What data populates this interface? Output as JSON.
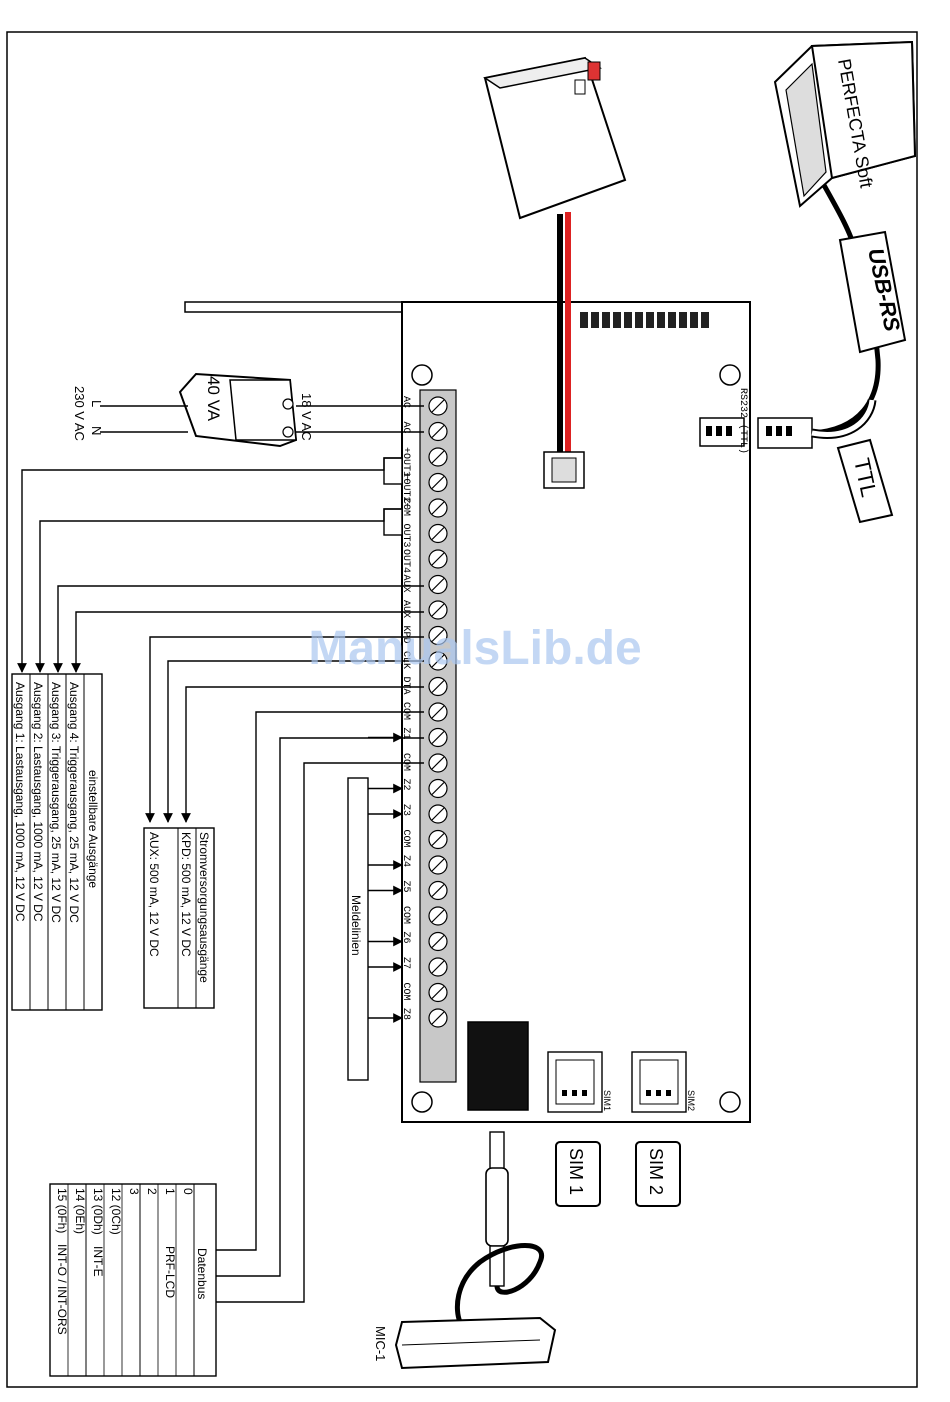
{
  "watermark": "ManualsLib.de",
  "terminals": [
    "AC",
    "AC",
    "+OUT1−",
    "+OUT2−",
    "COM",
    "OUT3",
    "OUT4",
    "AUX",
    "AUX",
    "KPD",
    "CLK",
    "DTA",
    "COM",
    "Z1",
    "COM",
    "Z2",
    "Z3",
    "COM",
    "Z4",
    "Z5",
    "COM",
    "Z6",
    "Z7",
    "COM",
    "Z8"
  ],
  "transformer": {
    "rating": "40 VA",
    "primary_l": "L",
    "primary_n": "N",
    "primary_voltage": "230 V AC",
    "secondary_voltage": "18 V AC"
  },
  "board_labels": {
    "rs232": "RS232 (TTL)",
    "sim1_slot": "SIM1",
    "sim2_slot": "SIM2"
  },
  "cards": {
    "sim1": "SIM 1",
    "sim2": "SIM 2"
  },
  "software": "PERFECTA Soft",
  "converter": "USB-RS",
  "ttl": "TTL",
  "microphone": "MIC-1",
  "outputs_box": {
    "title": "einstellbare Ausgänge",
    "rows": [
      "Ausgang 4: Triggerausgang, 25 mA, 12 V DC",
      "Ausgang 3: Triggerausgang, 25 mA, 12 V DC",
      "Ausgang 2: Lastausgang, 1000 mA, 12 V DC",
      "Ausgang 1: Lastausgang, 1000 mA, 12 V DC"
    ]
  },
  "supply_box": {
    "title": "Stromversorgungsausgänge",
    "rows": [
      "KPD: 500 mA, 12 V DC",
      "AUX: 500 mA, 12 V DC"
    ]
  },
  "zones_label": "Meldelinien",
  "databus": {
    "title": "Datenbus",
    "rows": [
      {
        "addr": "0",
        "device": ""
      },
      {
        "addr": "1",
        "device": "PRF-LCD"
      },
      {
        "addr": "2",
        "device": ""
      },
      {
        "addr": "3",
        "device": ""
      },
      {
        "addr": "12 (0Ch)",
        "device": ""
      },
      {
        "addr": "13 (0Dh)",
        "device": "INT-E"
      },
      {
        "addr": "14 (0Eh)",
        "device": ""
      },
      {
        "addr": "15 (0Fh)",
        "device": "INT-O / INT-ORS"
      }
    ]
  }
}
